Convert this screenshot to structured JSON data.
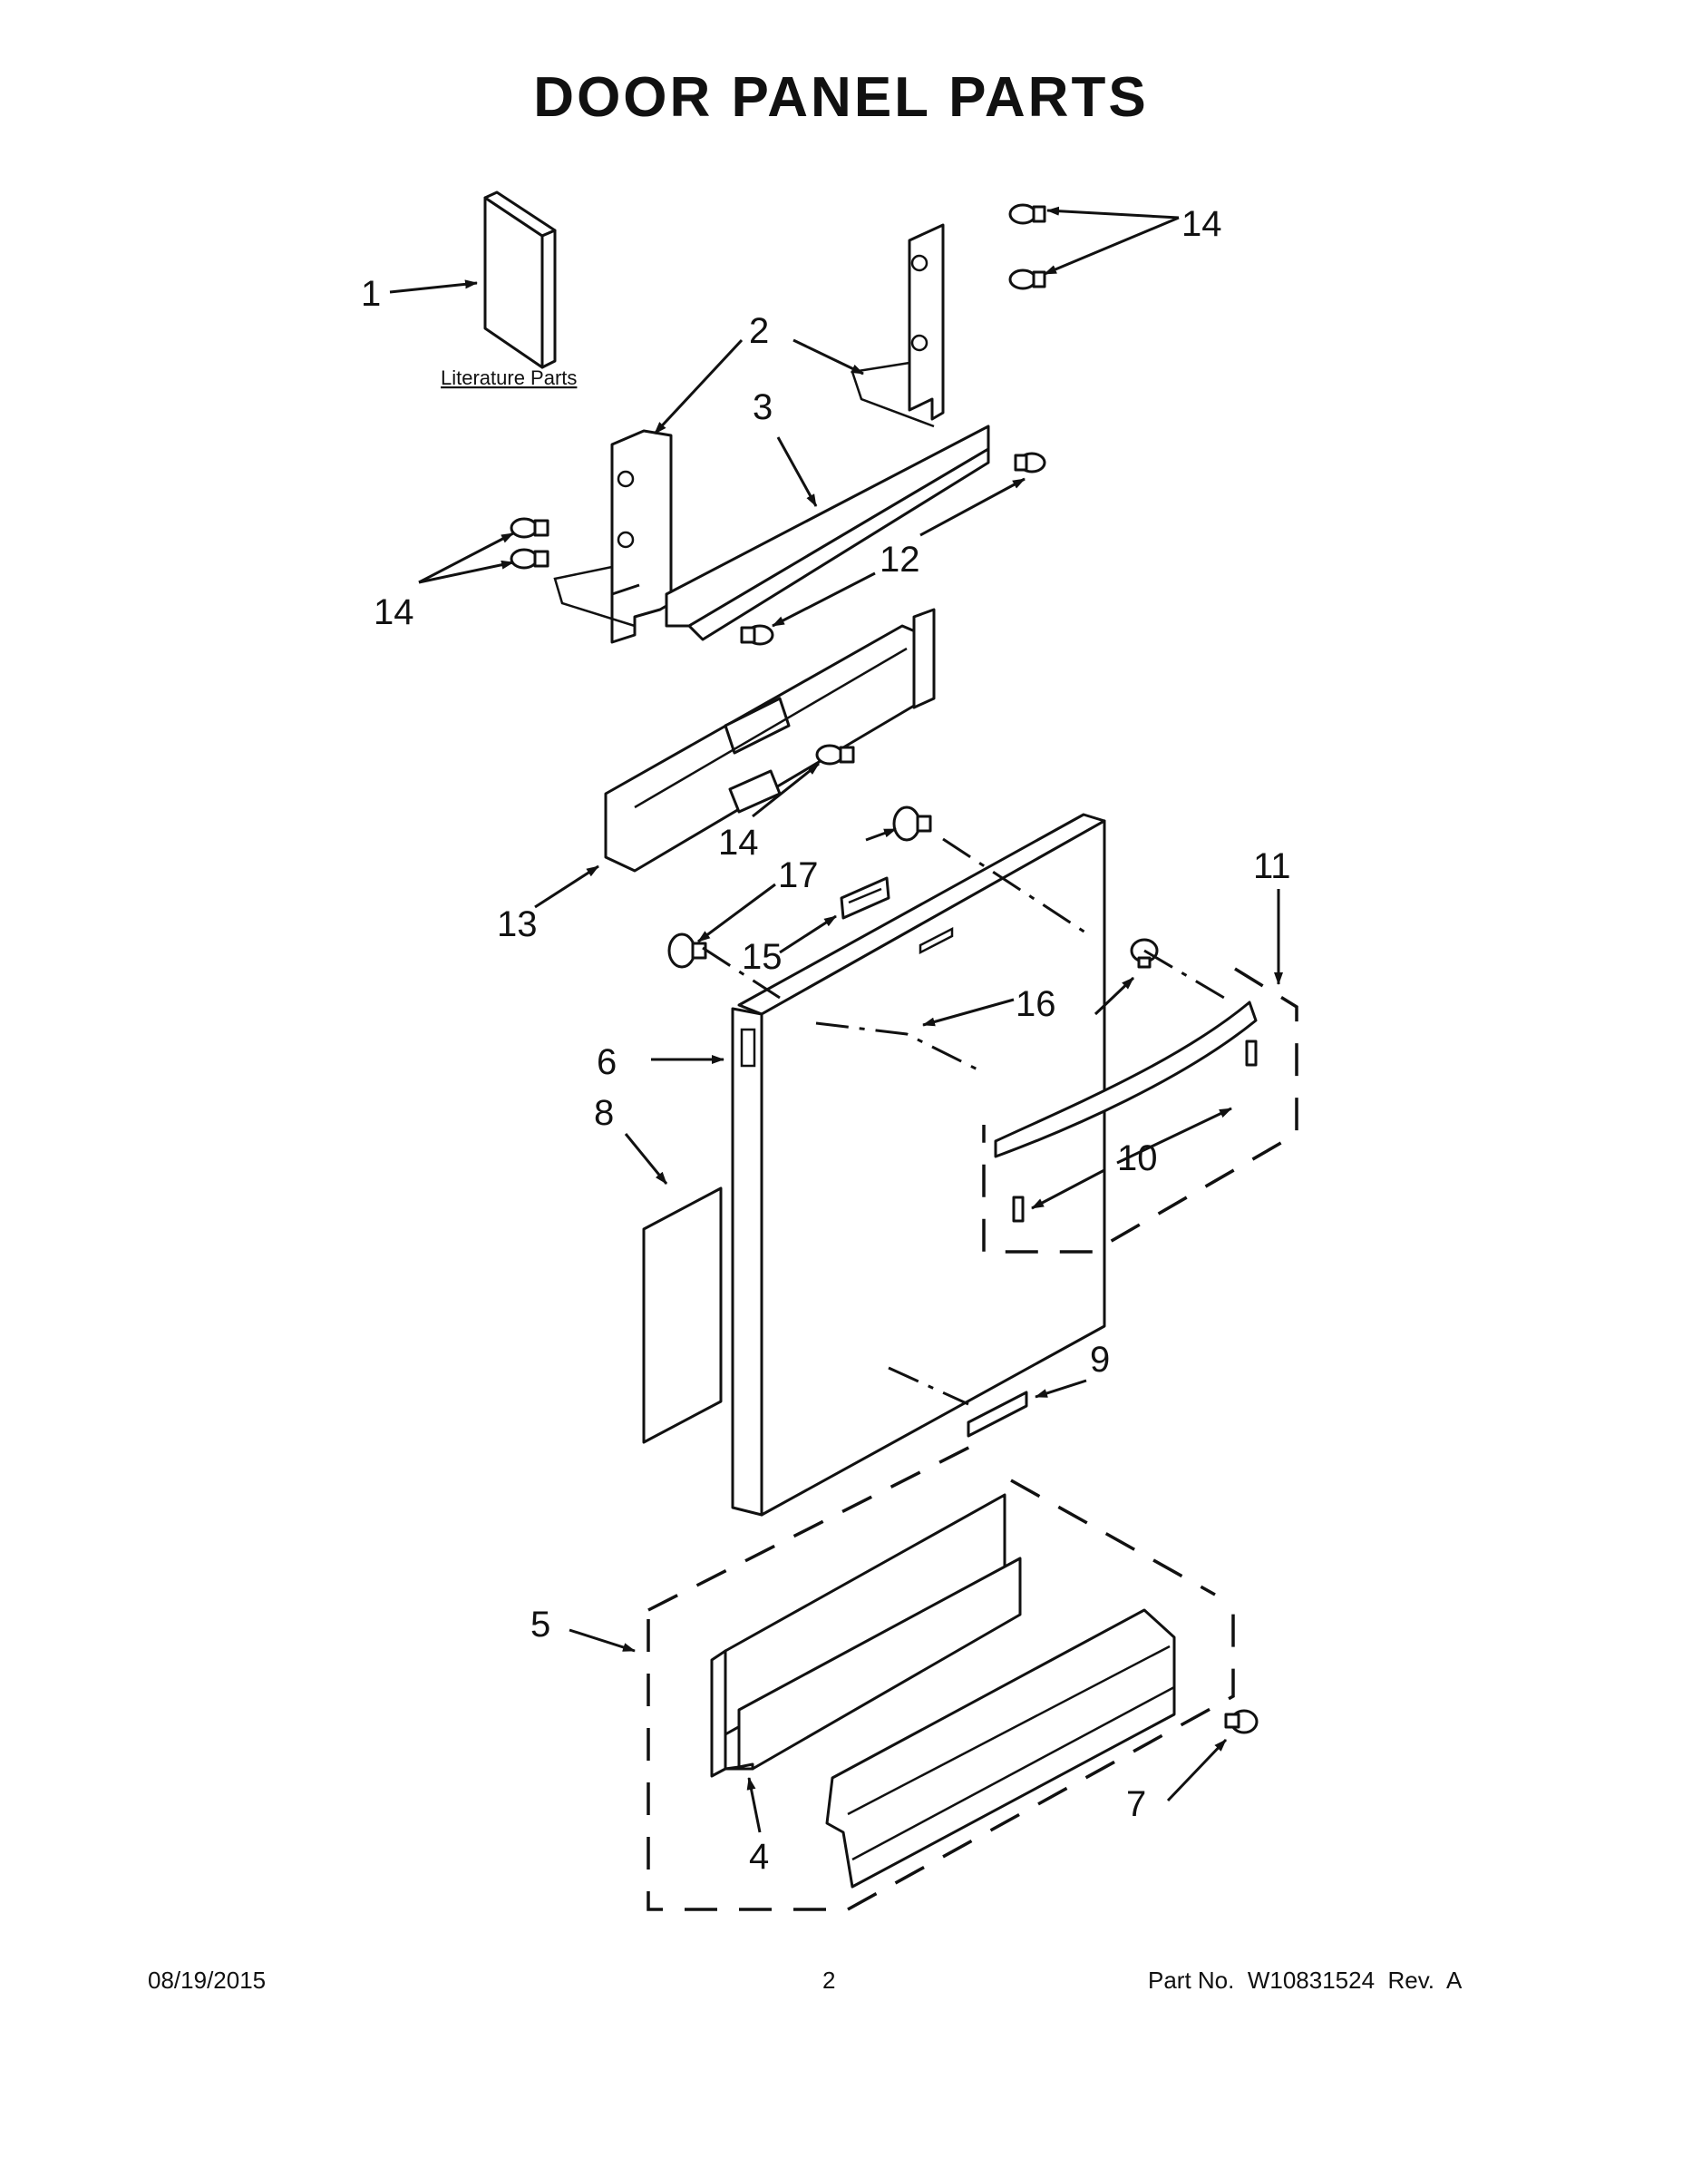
{
  "title": "DOOR PANEL PARTS",
  "literature_label": "Literature Parts",
  "callouts": {
    "c1": "1",
    "c2": "2",
    "c3": "3",
    "c4": "4",
    "c5": "5",
    "c6": "6",
    "c7": "7",
    "c8": "8",
    "c9": "9",
    "c10": "10",
    "c11": "11",
    "c12": "12",
    "c13": "13",
    "c14a": "14",
    "c14b": "14",
    "c14c": "14",
    "c15": "15",
    "c16": "16",
    "c17": "17"
  },
  "footer": {
    "date": "08/19/2015",
    "page": "2",
    "part_no": "Part No.  W10831524  Rev.  A"
  }
}
